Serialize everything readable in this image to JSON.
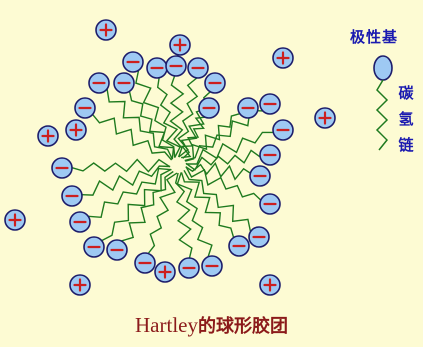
{
  "legend": {
    "head_label": "极性基",
    "chain_label": "碳氢链"
  },
  "caption": {
    "latin": "Hartley",
    "cjk": "的球形胶团"
  },
  "icons": {
    "ion": "plus-in-circle",
    "headgroup": "minus-in-circle"
  },
  "colors": {
    "background": "#fdfbd3",
    "head_fill": "#9ec9f3",
    "head_stroke": "#1d1d6b",
    "charge_sign": "#cc1f1f",
    "chain": "#1f7a1f",
    "legend_text": "#1b1bb0",
    "caption_text": "#8b1a1a"
  }
}
